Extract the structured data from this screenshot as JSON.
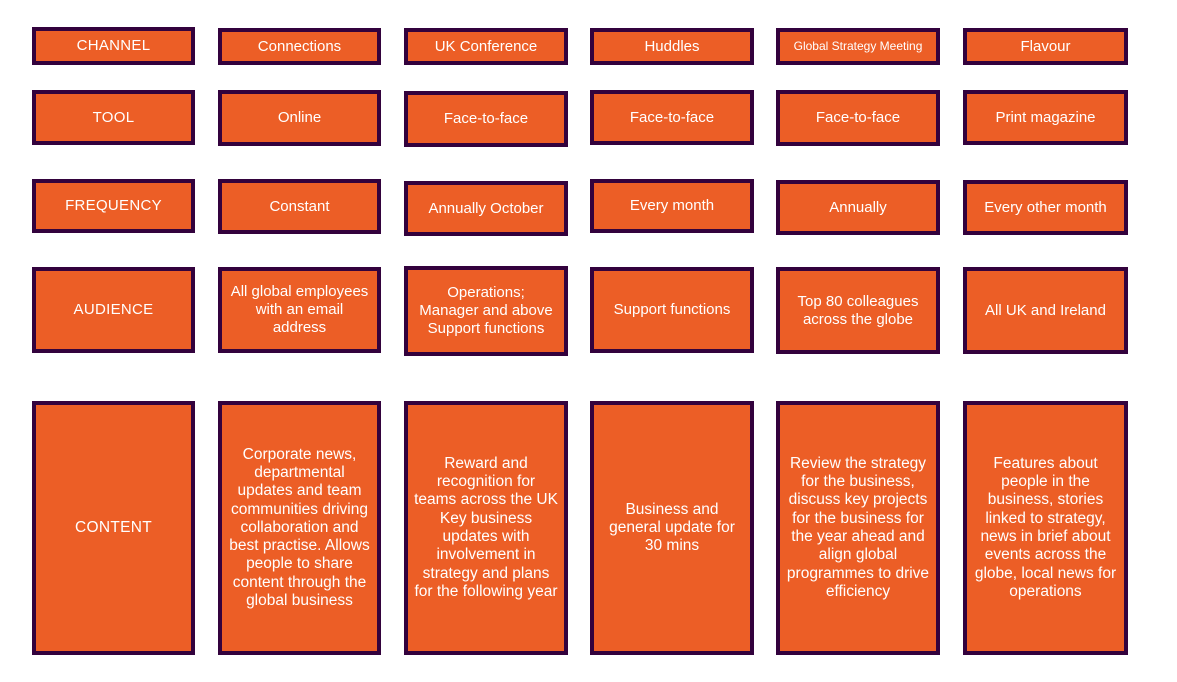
{
  "theme": {
    "fill": "#ec5e26",
    "border": "#33023d",
    "text": "#ffffff",
    "background": "#ffffff"
  },
  "matrix": {
    "row_labels": [
      "CHANNEL",
      "TOOL",
      "FREQUENCY",
      "AUDIENCE",
      "CONTENT"
    ],
    "columns": [
      {
        "channel": "Connections",
        "tool": "Online",
        "frequency": "Constant",
        "audience": "All global employees with an email address",
        "content": "Corporate news, departmental updates and team communities driving collaboration and best practise. Allows people to share content through the global business"
      },
      {
        "channel": "UK Conference",
        "tool": "Face-to-face",
        "frequency": "Annually October",
        "audience": "Operations;\nManager and above\nSupport functions",
        "content": "Reward and recognition for teams across the UK\nKey business updates with involvement in strategy and plans for the following year"
      },
      {
        "channel": "Huddles",
        "tool": "Face-to-face",
        "frequency": "Every month",
        "audience": "Support functions",
        "content": "Business and general update for 30 mins"
      },
      {
        "channel": "Global Strategy Meeting",
        "tool": "Face-to-face",
        "frequency": "Annually",
        "audience": "Top 80 colleagues across the globe",
        "content": "Review the strategy for the business, discuss key projects for the business for the year ahead and align global programmes to drive efficiency"
      },
      {
        "channel": "Flavour",
        "tool": "Print magazine",
        "frequency": "Every other month",
        "audience": "All UK and Ireland",
        "content": "Features about people in the business, stories linked to strategy, news in brief about events across the globe, local news for operations"
      }
    ]
  }
}
